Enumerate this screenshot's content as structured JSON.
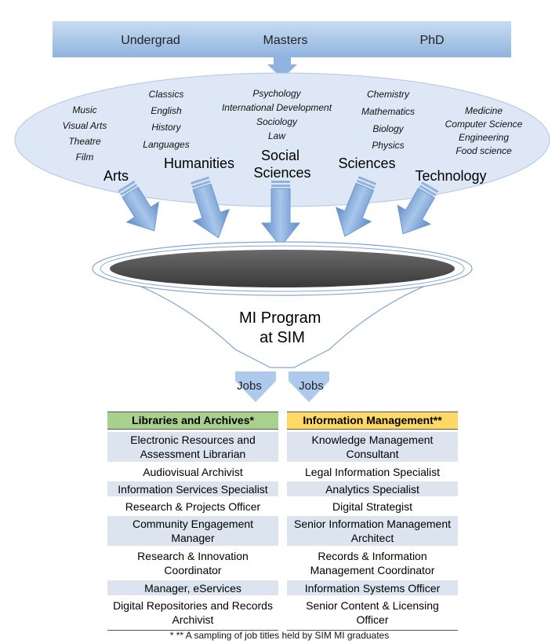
{
  "levels": [
    "Undergrad",
    "Masters",
    "PhD"
  ],
  "fields": [
    {
      "name": "Arts",
      "subjects": [
        "Music",
        "Visual Arts",
        "Theatre",
        "Film"
      ]
    },
    {
      "name": "Humanities",
      "subjects": [
        "Classics",
        "English",
        "History",
        "Languages"
      ]
    },
    {
      "name": "Social Sciences",
      "subjects": [
        "Psychology",
        "International Development",
        "Sociology",
        "Law"
      ]
    },
    {
      "name": "Sciences",
      "subjects": [
        "Chemistry",
        "Mathematics",
        "Biology",
        "Physics"
      ]
    },
    {
      "name": "Technology",
      "subjects": [
        "Medicine",
        "Computer Science",
        "Engineering",
        "Food science"
      ]
    }
  ],
  "program": "MI Program at SIM",
  "jobs_label": "Jobs",
  "columns": [
    {
      "title": "Libraries and Archives*",
      "color": "#a9d18e",
      "items": [
        "Electronic Resources and Assessment Librarian",
        "Audiovisual Archivist",
        "Information Services Specialist",
        "Research & Projects Officer",
        "Community Engagement Manager",
        "Research & Innovation Coordinator",
        "Manager, eServices",
        "Digital Repositories and Records Archivist"
      ]
    },
    {
      "title": "Information Management**",
      "color": "#ffd966",
      "items": [
        "Knowledge Management Consultant",
        "Legal Information Specialist",
        "Analytics Specialist",
        "Digital Strategist",
        "Senior Information Management Architect",
        "Records & Information Management Coordinator",
        "Information Systems Officer",
        "Senior Content & Licensing Officer"
      ]
    }
  ],
  "footnote": "* ** A sampling of job titles held by SIM MI graduates",
  "colors": {
    "banner": "#a7c4e6",
    "ellipse": "#dde7f5",
    "arrow": "#7fa6d6",
    "funnel_top": "#4a4a4a"
  }
}
